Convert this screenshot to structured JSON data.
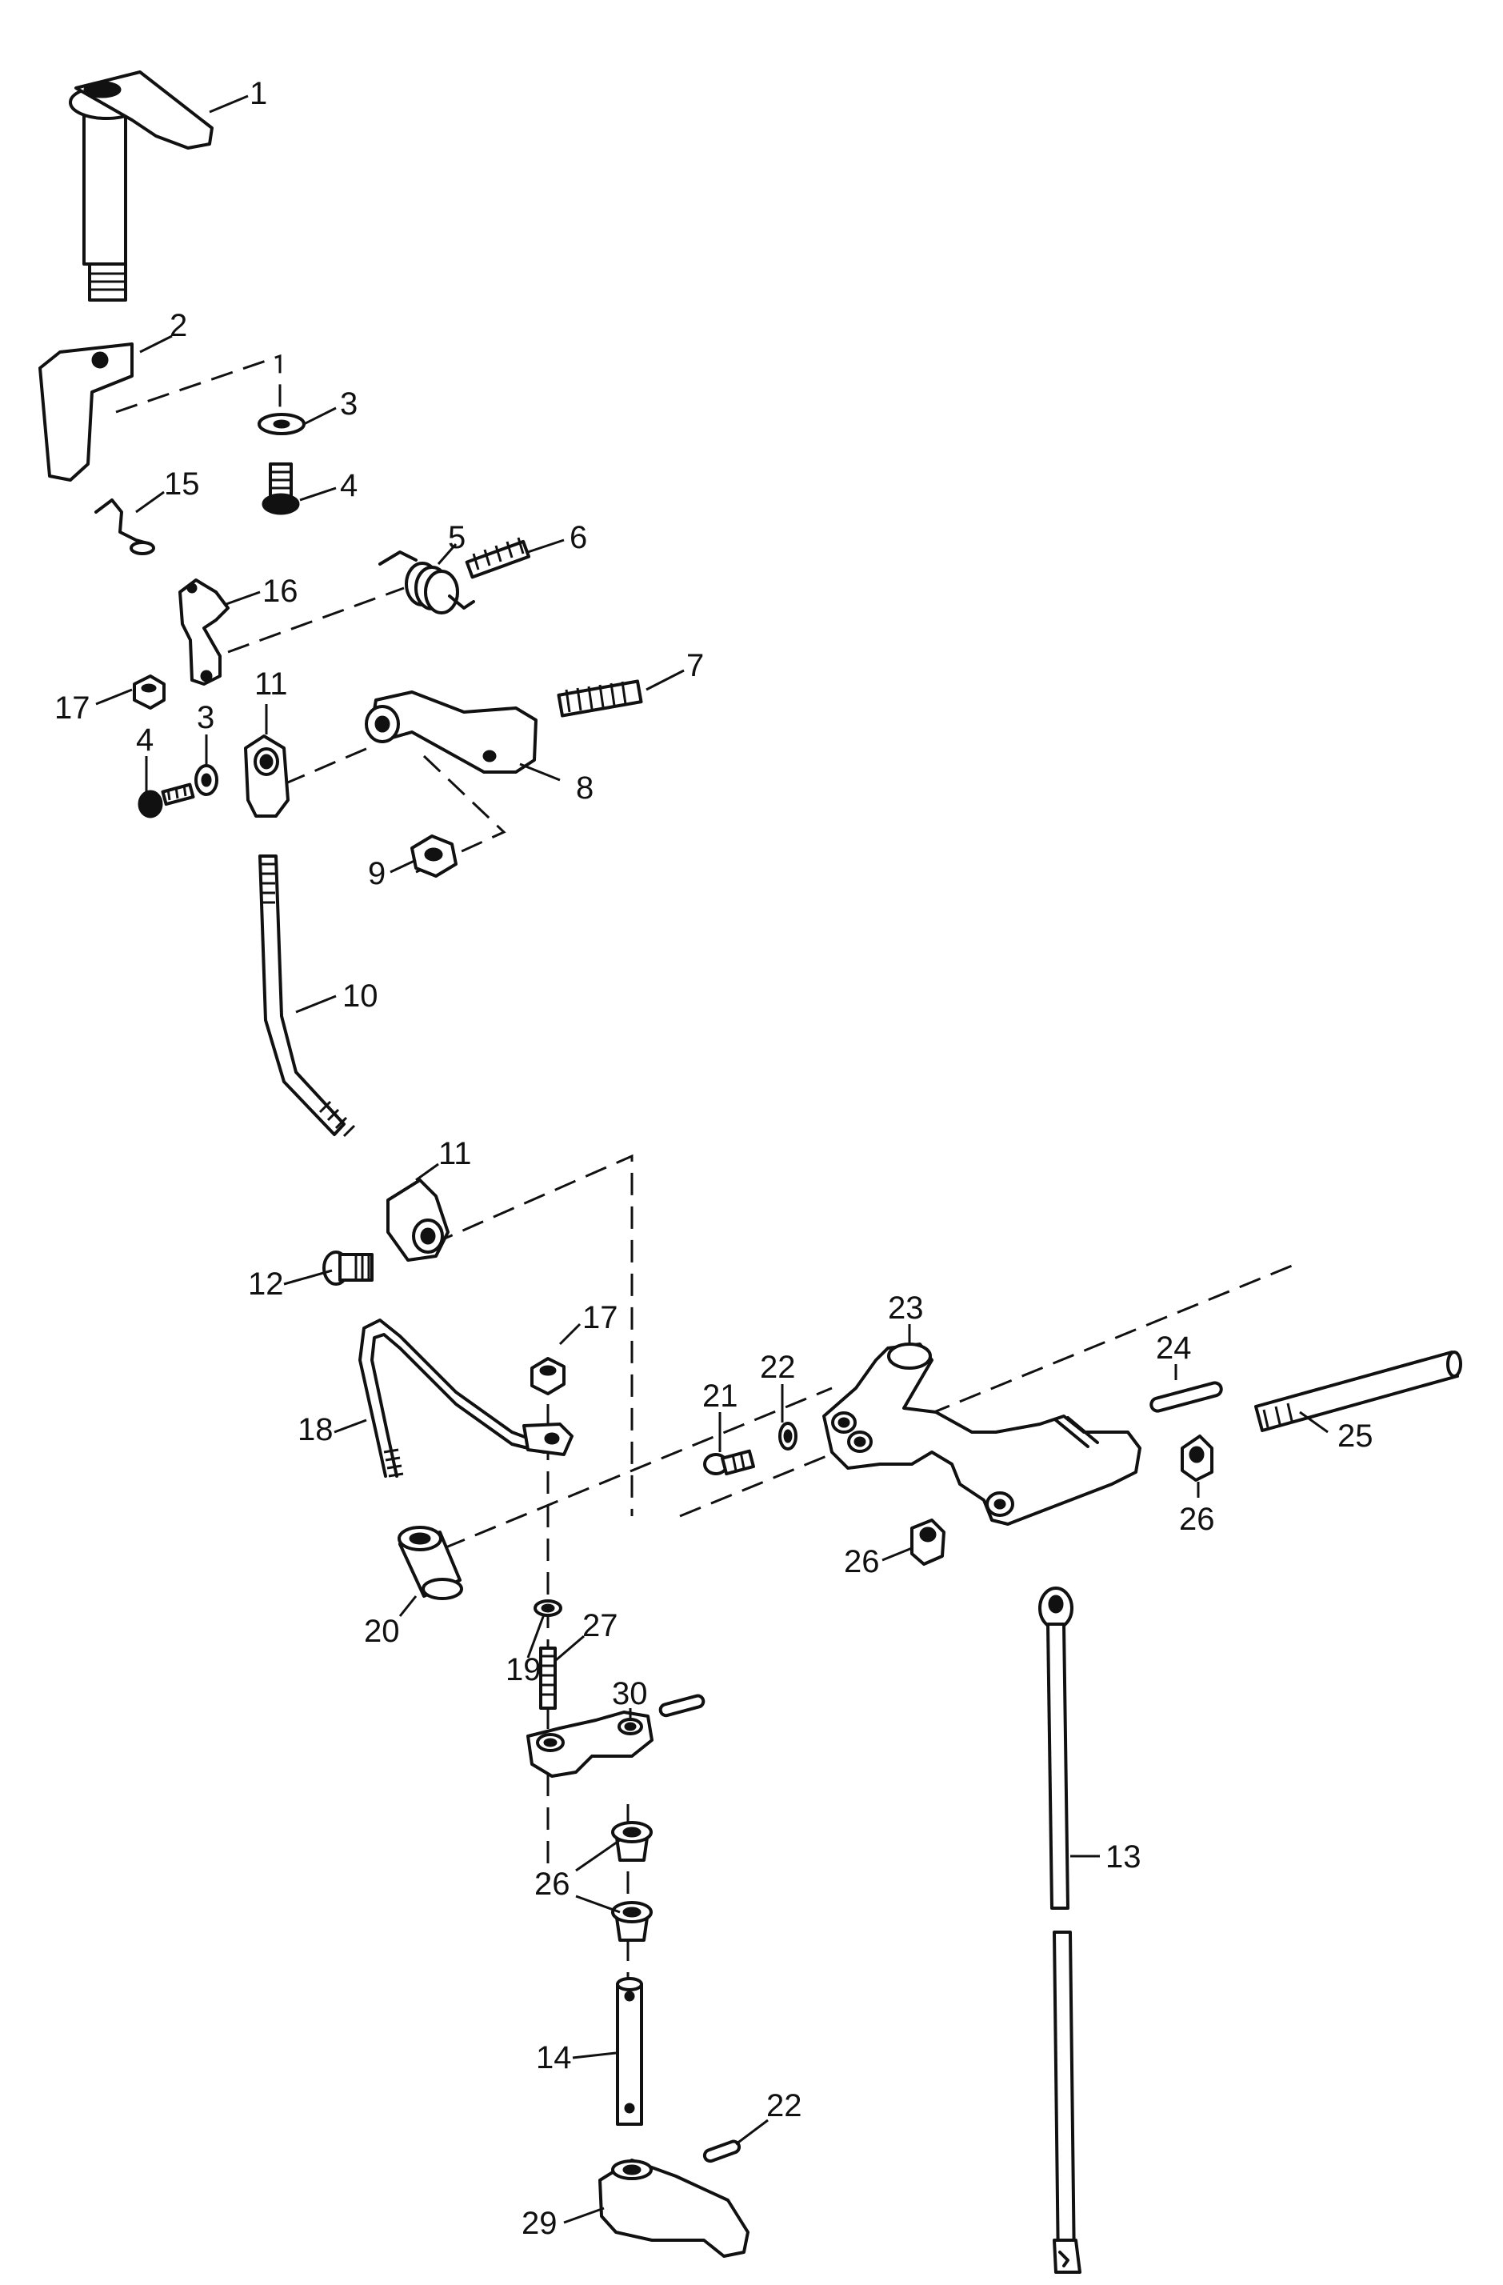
{
  "diagram": {
    "callouts": [
      {
        "id": "c1",
        "text": "1"
      },
      {
        "id": "c2",
        "text": "2"
      },
      {
        "id": "c3a",
        "text": "3"
      },
      {
        "id": "c4a",
        "text": "4"
      },
      {
        "id": "c15",
        "text": "15"
      },
      {
        "id": "c5",
        "text": "5"
      },
      {
        "id": "c6",
        "text": "6"
      },
      {
        "id": "c16",
        "text": "16"
      },
      {
        "id": "c17a",
        "text": "17"
      },
      {
        "id": "c11a",
        "text": "11"
      },
      {
        "id": "c4b",
        "text": "4"
      },
      {
        "id": "c3b",
        "text": "3"
      },
      {
        "id": "c7",
        "text": "7"
      },
      {
        "id": "c8",
        "text": "8"
      },
      {
        "id": "c9",
        "text": "9"
      },
      {
        "id": "c10",
        "text": "10"
      },
      {
        "id": "c11b",
        "text": "11"
      },
      {
        "id": "c12",
        "text": "12"
      },
      {
        "id": "c23",
        "text": "23"
      },
      {
        "id": "c24",
        "text": "24"
      },
      {
        "id": "c17b",
        "text": "17"
      },
      {
        "id": "c22a",
        "text": "22"
      },
      {
        "id": "c21",
        "text": "21"
      },
      {
        "id": "c18",
        "text": "18"
      },
      {
        "id": "c25",
        "text": "25"
      },
      {
        "id": "c26a",
        "text": "26"
      },
      {
        "id": "c26b",
        "text": "26"
      },
      {
        "id": "c20",
        "text": "20"
      },
      {
        "id": "c19",
        "text": "19"
      },
      {
        "id": "c27",
        "text": "27"
      },
      {
        "id": "c30",
        "text": "30"
      },
      {
        "id": "c13",
        "text": "13"
      },
      {
        "id": "c26c",
        "text": "26"
      },
      {
        "id": "c14",
        "text": "14"
      },
      {
        "id": "c22b",
        "text": "22"
      },
      {
        "id": "c29",
        "text": "29"
      }
    ]
  }
}
